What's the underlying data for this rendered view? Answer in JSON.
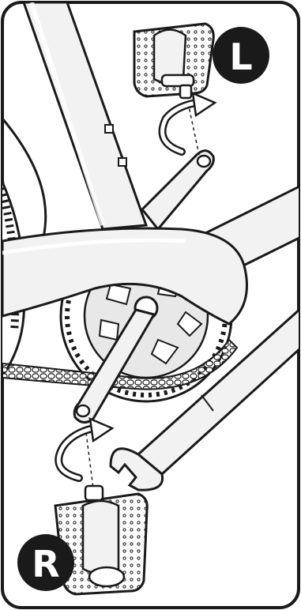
{
  "figure": {
    "badges": [
      {
        "id": "left-pedal-badge",
        "label": "L"
      },
      {
        "id": "right-pedal-badge",
        "label": "R"
      }
    ],
    "colors": {
      "outline": "#1a1a1a",
      "frame_fill": "#f2f2f2",
      "shade": "#d9d9d9",
      "badge_fill": "#1a1a1a",
      "badge_text": "#ffffff"
    },
    "icons": [
      "rotate-arrow-icon",
      "rotate-arrow-icon"
    ]
  }
}
